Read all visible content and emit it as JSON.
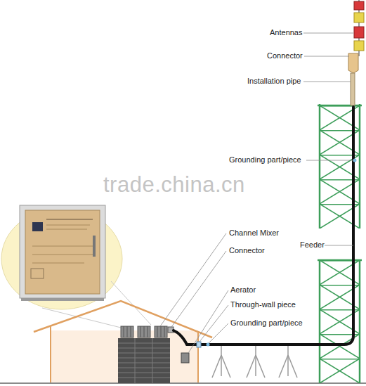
{
  "diagram": {
    "labels": [
      "Antennas",
      "Connector",
      "Installation pipe",
      "Grounding part/piece",
      "trade.china.cn",
      "Channel Mixer",
      "Connector",
      "Feeder",
      "Aerator",
      "Through-wall piece",
      "Grounding part/piece"
    ]
  }
}
